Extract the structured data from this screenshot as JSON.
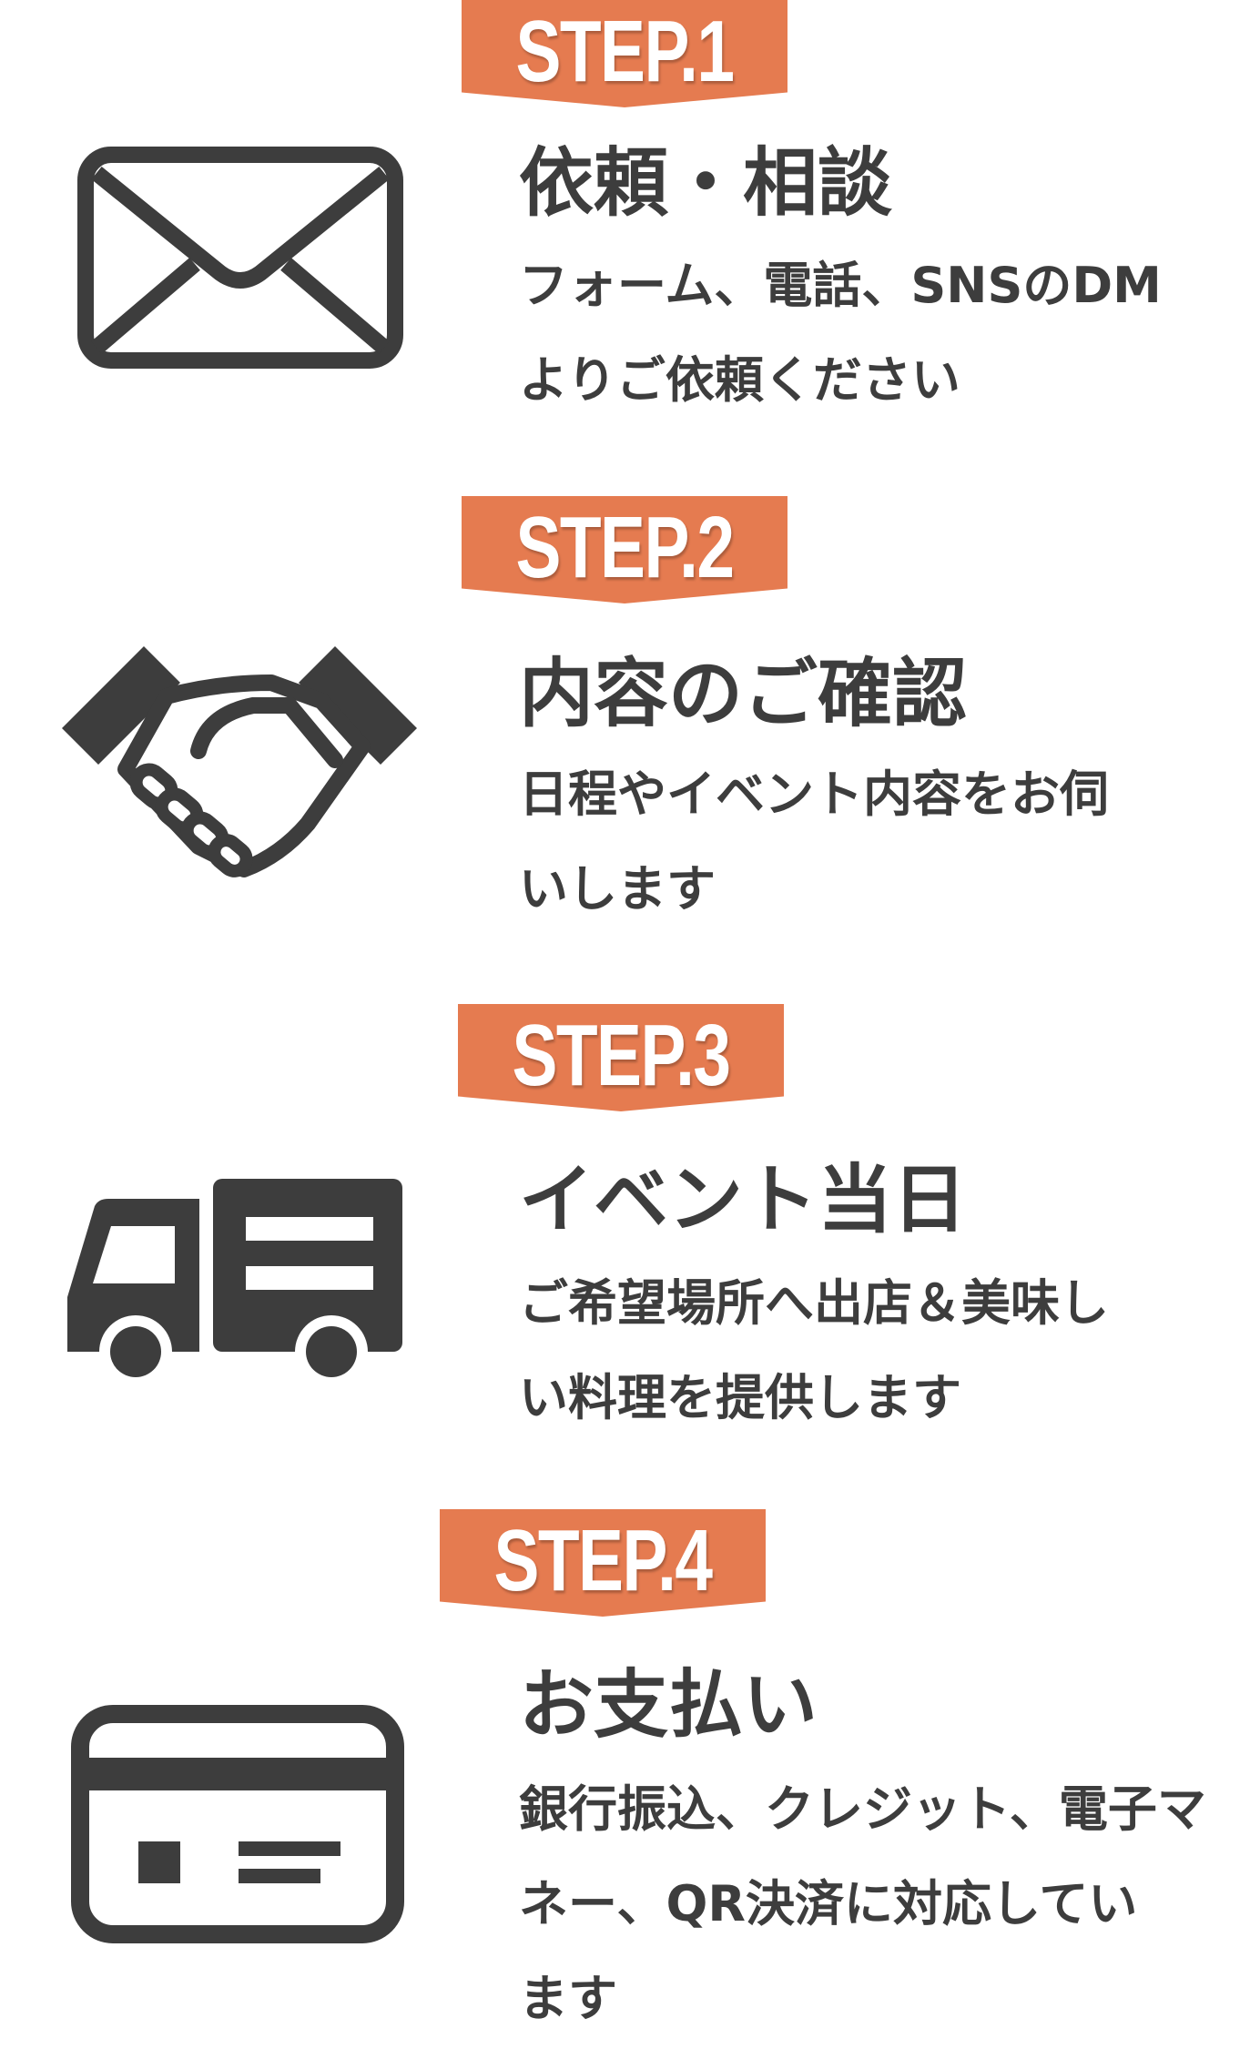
{
  "steps": [
    {
      "badge": "STEP.1",
      "title": "依頼・相談",
      "lines": [
        "フォーム、電話、SNSのDM",
        "よりご依頼ください"
      ],
      "icon": "envelope-icon"
    },
    {
      "badge": "STEP.2",
      "title": "内容のご確認",
      "lines": [
        "日程やイベント内容をお伺",
        "いします"
      ],
      "icon": "handshake-icon"
    },
    {
      "badge": "STEP.3",
      "title": "イベント当日",
      "lines": [
        "ご希望場所へ出店＆美味し",
        "い料理を提供します"
      ],
      "icon": "truck-icon"
    },
    {
      "badge": "STEP.4",
      "title": "お支払い",
      "lines": [
        "銀行振込、クレジット、電子マ",
        "ネー、QR決済に対応してい",
        "ます"
      ],
      "icon": "credit-card-icon"
    }
  ],
  "colors": {
    "accent": "#e57b50",
    "text": "#3d3d3d"
  }
}
